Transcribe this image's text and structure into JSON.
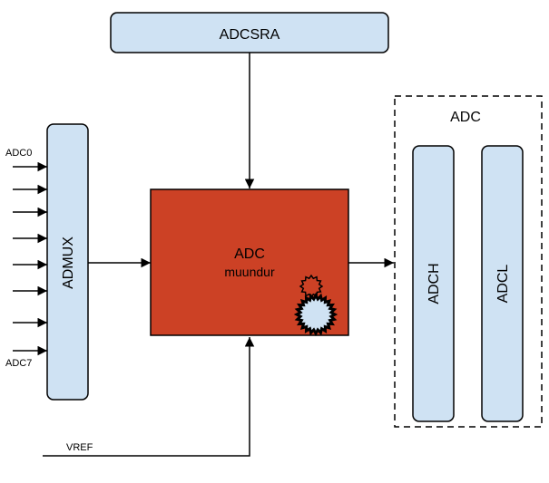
{
  "diagram": {
    "control_register": {
      "label": "ADCSRA"
    },
    "multiplexer": {
      "label": "ADMUX",
      "first_input": "ADC0",
      "last_input": "ADC7",
      "input_count": 8
    },
    "converter": {
      "line1": "ADC",
      "line2": "muundur",
      "icon": "gears-icon"
    },
    "output_group": {
      "label": "ADC",
      "registers": [
        {
          "label": "ADCH"
        },
        {
          "label": "ADCL"
        }
      ]
    },
    "reference": {
      "label": "VREF"
    }
  },
  "colors": {
    "register_fill": "#cfe2f3",
    "converter_fill": "#cc4125",
    "stroke": "#000000"
  }
}
